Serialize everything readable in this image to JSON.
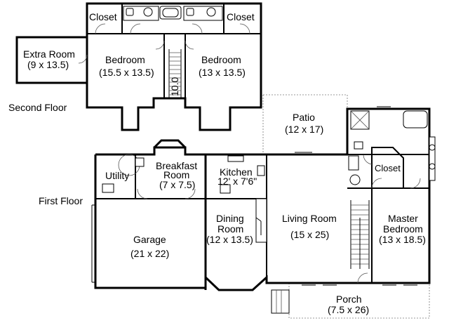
{
  "floors": {
    "second": "Second Floor",
    "first": "First Floor"
  },
  "second_floor": {
    "closet_left": "Closet",
    "closet_right": "Closet",
    "extra_room": {
      "name": "Extra Room",
      "size": "(9 x 13.5)"
    },
    "bedroom_left": {
      "name": "Bedroom",
      "size": "(15.5 x 13.5)"
    },
    "bedroom_right": {
      "name": "Bedroom",
      "size": "(13 x 13.5)"
    },
    "stair_dim": "10.0"
  },
  "first_floor": {
    "patio": {
      "name": "Patio",
      "size": "(12 x 17)"
    },
    "utility": "Utility",
    "breakfast": {
      "name1": "Breakfast",
      "name2": "Room",
      "size": "(7 x 7.5)"
    },
    "kitchen": {
      "name": "Kitchen",
      "size": "12' x 7'6\""
    },
    "garage": {
      "name": "Garage",
      "size": "(21 x 22)"
    },
    "dining": {
      "name1": "Dining",
      "name2": "Room",
      "size": "(12 x 13.5)"
    },
    "living": {
      "name": "Living Room",
      "size": "(15 x 25)"
    },
    "closet": "Closet",
    "master": {
      "name1": "Master",
      "name2": "Bedroom",
      "size": "(13 x 18.5)"
    },
    "porch": {
      "name": "Porch",
      "size": "(7.5 x 26)"
    }
  }
}
